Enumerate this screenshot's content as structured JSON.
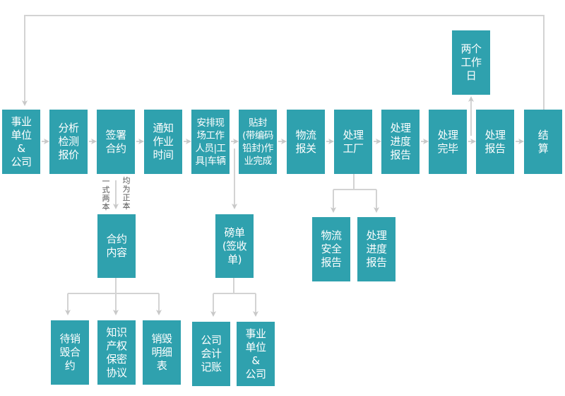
{
  "colors": {
    "box": "#2fa1ae",
    "line": "#d0d0d0",
    "text": "#ffffff"
  },
  "main_flow": [
    {
      "label": "事业\n单位\n&\n公司"
    },
    {
      "label": "分析\n检测\n报价"
    },
    {
      "label": "签署\n合约"
    },
    {
      "label": "通知\n作业\n时间"
    },
    {
      "label": "安排现\n场工作\n人员|工\n具|车辆"
    },
    {
      "label": "贴封\n(带编码\n铅封)作\n业完成"
    },
    {
      "label": "物流\n报关"
    },
    {
      "label": "处理\n工厂"
    },
    {
      "label": "处理\n进度\n报告"
    },
    {
      "label": "处理\n完毕"
    },
    {
      "label": "处理\n报告"
    },
    {
      "label": "结\n算"
    }
  ],
  "two_workdays": {
    "label": "两个\n工作\n日"
  },
  "contract": {
    "note_left": "一\n式\n两\n本",
    "note_right": "均\n为\n正\n本",
    "content": {
      "label": "合约\n内容"
    },
    "children": [
      {
        "label": "待销\n毁合\n约"
      },
      {
        "label": "知识\n产权\n保密\n协议"
      },
      {
        "label": "销毁\n明细\n表"
      }
    ]
  },
  "weigh_slip": {
    "label": "磅单\n(签收\n单)",
    "children": [
      {
        "label": "公司\n会计\n记账"
      },
      {
        "label": "事业\n单位\n&\n公司"
      }
    ]
  },
  "factory_reports": [
    {
      "label": "物流\n安全\n报告"
    },
    {
      "label": "处理\n进度\n报告"
    }
  ]
}
